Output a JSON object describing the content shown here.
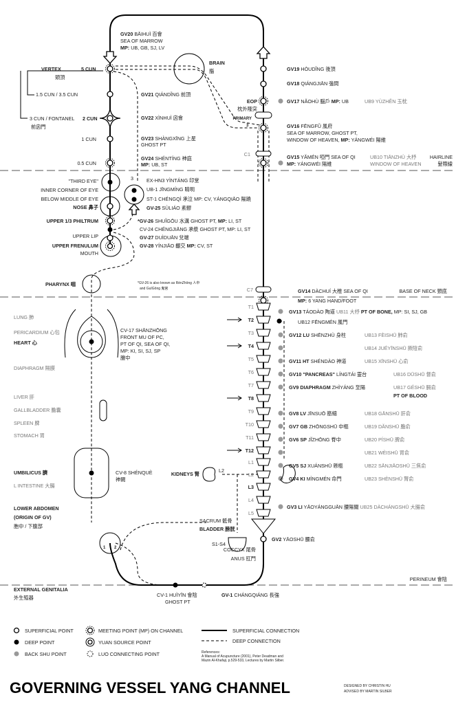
{
  "title": "GOVERNING VESSEL YANG CHANNEL",
  "credits": [
    "DESIGNED BY CHRISTIN HU",
    "ADVISED BY MARTIN SILBER"
  ],
  "references": [
    "References:",
    "A Manual of Acupuncture (2001), Peter Deadman and",
    "Mazin Al-Khafaji, p.529-533, Lectures by Martin Silber."
  ],
  "legend": {
    "superficial": "SUPERFICIAL POINT",
    "deep": "DEEP POINT",
    "backshu": "BACK SHU POINT",
    "meeting": "MEETING POINT (MP) ON CHANNEL",
    "yuan": "YUAN SOURCE POINT",
    "luo": "LUO CONNECTING POINT",
    "sup_conn": "SUPERFICIAL CONNECTION",
    "deep_conn": "DEEP CONNECTION"
  },
  "head": {
    "vertex": [
      "VERTEX",
      "5 CUN",
      "頭頂"
    ],
    "cun15": "1.5 CUN / 3.5 CUN",
    "fontanel": [
      "3 CUN / FONTANEL",
      "2 CUN",
      "前囟門"
    ],
    "cun1": "1 CUN",
    "cun05": "0.5 CUN",
    "gv20": [
      "GV20",
      "BĀIHUÌ 百會",
      "SEA OF MARROW",
      "MP:",
      "UB, GB, SJ, LV"
    ],
    "brain": [
      "BRAIN",
      "腦"
    ],
    "gv21": [
      "GV21",
      "QIÁNDǏNG 前頂"
    ],
    "gv22": [
      "GV22",
      "XÌNHUÌ 囟會"
    ],
    "gv23": [
      "GV23",
      "SHÀNGXĪNG 上星",
      "GHOST PT"
    ],
    "gv24": [
      "GV24",
      "SHÉNTÍNG 神庭",
      "MP:",
      "UB, ST"
    ],
    "gv19": [
      "GV19",
      "HÒUDǏNG 後頂"
    ],
    "gv18": [
      "GV18",
      "QIÁNGJIĀN 強間"
    ],
    "gv17": [
      "GV17",
      "NĂOHÙ 腦戶",
      "MP:",
      "UB",
      "UB9 YÙZHĚN 玉枕"
    ],
    "eop": [
      "EOP",
      "枕外隆突"
    ],
    "primary": "PRIMARY",
    "three": "3",
    "c1": "C1",
    "gv16": [
      "GV16",
      "FĒNGFǓ 風府",
      "SEA OF MARROW, GHOST PT,",
      "WINDOW OF HEAVEN,",
      "MP:",
      "YÁNGWÉI 陽維"
    ],
    "gv15": [
      "GV15",
      "YĂMÉN 啞門 SEA OF QI",
      "MP:",
      "YÁNGWÉI 陽維",
      "UB10 TIĀNZHÙ 大杼",
      "WINDOW OF HEAVEN",
      "HAIRLINE",
      "髮際線"
    ]
  },
  "face": {
    "left": [
      "\"THIRD EYE\"",
      "INNER CORNER OF EYE",
      "BELOW MIDDLE OF EYE",
      "NOSE 鼻子",
      "UPPER 1/3 PHILTRUM",
      "UPPER LIP",
      "UPPER FRENULUM",
      "MOUTH"
    ],
    "exhn3": "EX-HN3 YÌNTÁNG 印堂",
    "ub1": "UB-1 JĪNGMÍNG 睛明",
    "st1": "ST-1 CHÉNGQÌ 承泣 MP: CV, YÁNGQIĀO 陽蹺",
    "gv25": [
      "GV-25",
      "SÙLIÁO 素髎"
    ],
    "gv26": [
      "*GV-26",
      "SHUǏGŌU 水溝 GHOST PT,",
      "MP:",
      "LI, ST"
    ],
    "cv24": "CV-24 CHÉNGJIĀNG 承漿 GHOST PT, MP: LI, ST",
    "gv27": [
      "GV-27",
      "DUÌDUĀN 兌端"
    ],
    "gv28": [
      "GV-28",
      "YÍNJIĀO 齦交",
      "MP:",
      "CV, ST"
    ],
    "pharynx": "PHARYNX 咽",
    "footnote": [
      "*GV-26 is also known as RénZhōng 人中",
      "and GuīGōng 鬼宮"
    ],
    "c7": "C7",
    "eye3": "3"
  },
  "spine": {
    "vertebrae": [
      "T1",
      "T2",
      "T3",
      "T4",
      "T5",
      "T6",
      "T7",
      "T8",
      "T9",
      "T10",
      "T11",
      "T12",
      "L1",
      "L2",
      "L3",
      "L4",
      "L5"
    ],
    "gv14": [
      "GV14",
      "DÀCHUÍ 大椎 SEA OF QI",
      "MP:",
      "6 YANG HAND/FOOT"
    ],
    "base_neck": "BASE OF NECK 頸底",
    "gv13": [
      "GV13",
      "TÁODÀO 陶道",
      "UB11 大杼",
      "PT OF BONE,",
      "MP: SI, SJ, GB"
    ],
    "ub12": "UB12 FĒNGMÉN 風門",
    "rows": [
      {
        "gv": "GV12 LU",
        "name": "SHĒNZHÙ 身柱",
        "ub": "UB13 FÈISHŪ 肺俞"
      },
      {
        "gv": "",
        "name": "",
        "ub": "UB14 JUÉYĪNSHŪ 厥陰俞"
      },
      {
        "gv": "GV11 HT",
        "name": "SHÉNDÀO 神道",
        "ub": "UB15 XĪNSHŪ 心俞"
      },
      {
        "gv": "GV10 \"PANCREAS\"",
        "name": "LÍNGTÁI 靈台",
        "ub": "UB16 DŪSHŪ 督俞"
      },
      {
        "gv": "GV9 DIAPHRAGM",
        "name": "ZHÌYÁNG 至陽",
        "ub": "UB17 GÉSHŪ 膈俞"
      },
      {
        "gv": "GV8 LV",
        "name": "JĪNSUŌ 筋縮",
        "ub": "UB18 GĀNSHŪ 肝俞"
      },
      {
        "gv": "GV7 GB",
        "name": "ZHŌNGSHŪ 中樞",
        "ub": "UB19 DĂNSHŪ 膽俞"
      },
      {
        "gv": "GV6 SP",
        "name": "JĬZHŌNG 脊中",
        "ub": "UB20 PÍSHŪ 脾俞"
      },
      {
        "gv": "",
        "name": "",
        "ub": "UB21 WÈISHŪ 胃俞"
      },
      {
        "gv": "GV5 SJ",
        "name": "XUÁNSHŪ 懸樞",
        "ub": "UB22 SĀNJIĀOSHŪ 三焦俞"
      },
      {
        "gv": "GV4 KI",
        "name": "MÌNGMÉN 命門",
        "ub": "UB23 SHÈNSHŪ 腎俞"
      }
    ],
    "pt_blood": "PT OF BLOOD",
    "gv3": [
      "GV3 LI",
      "YĀOYÁNGGUĀN 腰陽關",
      "UB25 DÀCHÁNGSHŪ 大腸俞"
    ],
    "gv2": [
      "GV2",
      "YĀOSHŪ 腰俞"
    ],
    "coccyx": "COCCYX 尾骨",
    "anus": "ANUS 肛門"
  },
  "body": {
    "lung": "LUNG 肺",
    "pericardium": "PERICARDIUM 心包",
    "heart": "HEART 心",
    "diaphragm": "DIAPHRAGM 隔膜",
    "liver": "LIVER 肝",
    "gallbladder": "GALLBLADDER 膽囊",
    "spleen": "SPLEEN 脾",
    "stomach": "STOMACH 胃",
    "cv17": [
      "CV-17 SHĀNZHŌNG",
      "FRONT MU OF PC,",
      "PT OF QI, SEA OF QI,",
      "MP: KI, SI, SJ, SP",
      "膻中"
    ],
    "umbilicus": "UMBILICUS 臍",
    "lintestine": "L INTESTINE 大腸",
    "cv8": [
      "CV-8 SHÉNQUÈ",
      "神闕"
    ],
    "lower_abdomen": [
      "LOWER ABDOMEN",
      "(ORIGIN OF GV)",
      "胞中 / 下腹部"
    ],
    "kidneys": "KIDNEYS 腎",
    "l2": "L2",
    "sacrum": "SACRUM 骶骨",
    "bladder": "BLADDER 膀胱",
    "s1s4": "S1-S4",
    "genitalia": [
      "EXTERNAL GENITALIA",
      "外生殖器"
    ],
    "cv1": [
      "CV-1 HUÌYĪN 會陰",
      "GHOST PT"
    ],
    "gv1": [
      "GV-1",
      "CHÁNGQIÁNG 長強"
    ],
    "perineum": "PERINEUM 會陰",
    "one": "1",
    "two": "2"
  }
}
